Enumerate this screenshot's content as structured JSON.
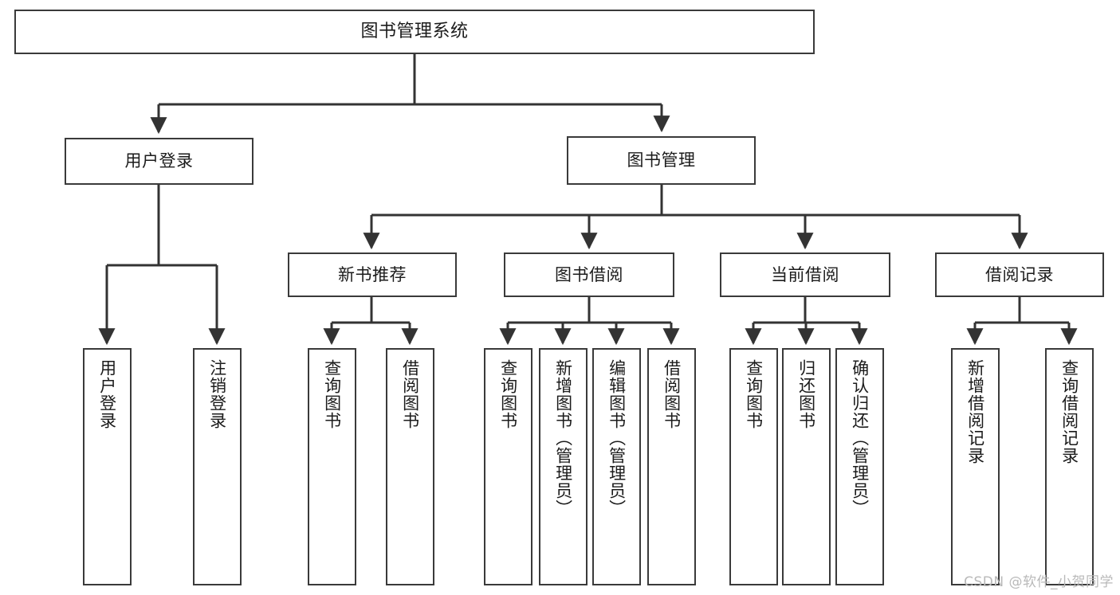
{
  "diagram": {
    "type": "tree-hierarchy",
    "title": "图书管理系统",
    "watermark": "CSDN @软件_小贺同学",
    "colors": {
      "background": "#ffffff",
      "node_border": "#3a3a3a",
      "node_fill": "#ffffff",
      "edge": "#333333",
      "text": "#1b1b1b",
      "watermark": "#b9b9b9"
    },
    "nodes": {
      "root": {
        "label": "图书管理系统",
        "level": 1
      },
      "user_login": {
        "label": "用户登录",
        "level": 2
      },
      "book_manage": {
        "label": "图书管理",
        "level": 2
      },
      "new_book_rec": {
        "label": "新书推荐",
        "level": 3
      },
      "book_borrow": {
        "label": "图书借阅",
        "level": 3
      },
      "current_borrow": {
        "label": "当前借阅",
        "level": 3
      },
      "borrow_record": {
        "label": "借阅记录",
        "level": 3
      },
      "leaf_user_login": {
        "label": "用户登录",
        "level": 3
      },
      "leaf_user_logout": {
        "label": "注销登录",
        "level": 3
      },
      "leaf_rec_query": {
        "label": "查询图书",
        "level": 4
      },
      "leaf_rec_borrow": {
        "label": "借阅图书",
        "level": 4
      },
      "leaf_borrow_query": {
        "label": "查询图书",
        "level": 4
      },
      "leaf_borrow_add": {
        "label": "新增图书（管理员）",
        "level": 4
      },
      "leaf_borrow_edit": {
        "label": "编辑图书（管理员）",
        "level": 4
      },
      "leaf_borrow_lend": {
        "label": "借阅图书",
        "level": 4
      },
      "leaf_cur_query": {
        "label": "查询图书",
        "level": 4
      },
      "leaf_cur_return": {
        "label": "归还图书",
        "level": 4
      },
      "leaf_cur_confirm": {
        "label": "确认归还（管理员）",
        "level": 4
      },
      "leaf_rec_add": {
        "label": "新增借阅记录",
        "level": 4
      },
      "leaf_rec_search": {
        "label": "查询借阅记录",
        "level": 4
      }
    },
    "edges": [
      {
        "from": "root",
        "to": "user_login"
      },
      {
        "from": "root",
        "to": "book_manage"
      },
      {
        "from": "user_login",
        "to": "leaf_user_login"
      },
      {
        "from": "user_login",
        "to": "leaf_user_logout"
      },
      {
        "from": "book_manage",
        "to": "new_book_rec"
      },
      {
        "from": "book_manage",
        "to": "book_borrow"
      },
      {
        "from": "book_manage",
        "to": "current_borrow"
      },
      {
        "from": "book_manage",
        "to": "borrow_record"
      },
      {
        "from": "new_book_rec",
        "to": "leaf_rec_query"
      },
      {
        "from": "new_book_rec",
        "to": "leaf_rec_borrow"
      },
      {
        "from": "book_borrow",
        "to": "leaf_borrow_query"
      },
      {
        "from": "book_borrow",
        "to": "leaf_borrow_add"
      },
      {
        "from": "book_borrow",
        "to": "leaf_borrow_edit"
      },
      {
        "from": "book_borrow",
        "to": "leaf_borrow_lend"
      },
      {
        "from": "current_borrow",
        "to": "leaf_cur_query"
      },
      {
        "from": "current_borrow",
        "to": "leaf_cur_return"
      },
      {
        "from": "current_borrow",
        "to": "leaf_cur_confirm"
      },
      {
        "from": "borrow_record",
        "to": "leaf_rec_add"
      },
      {
        "from": "borrow_record",
        "to": "leaf_rec_search"
      }
    ]
  }
}
